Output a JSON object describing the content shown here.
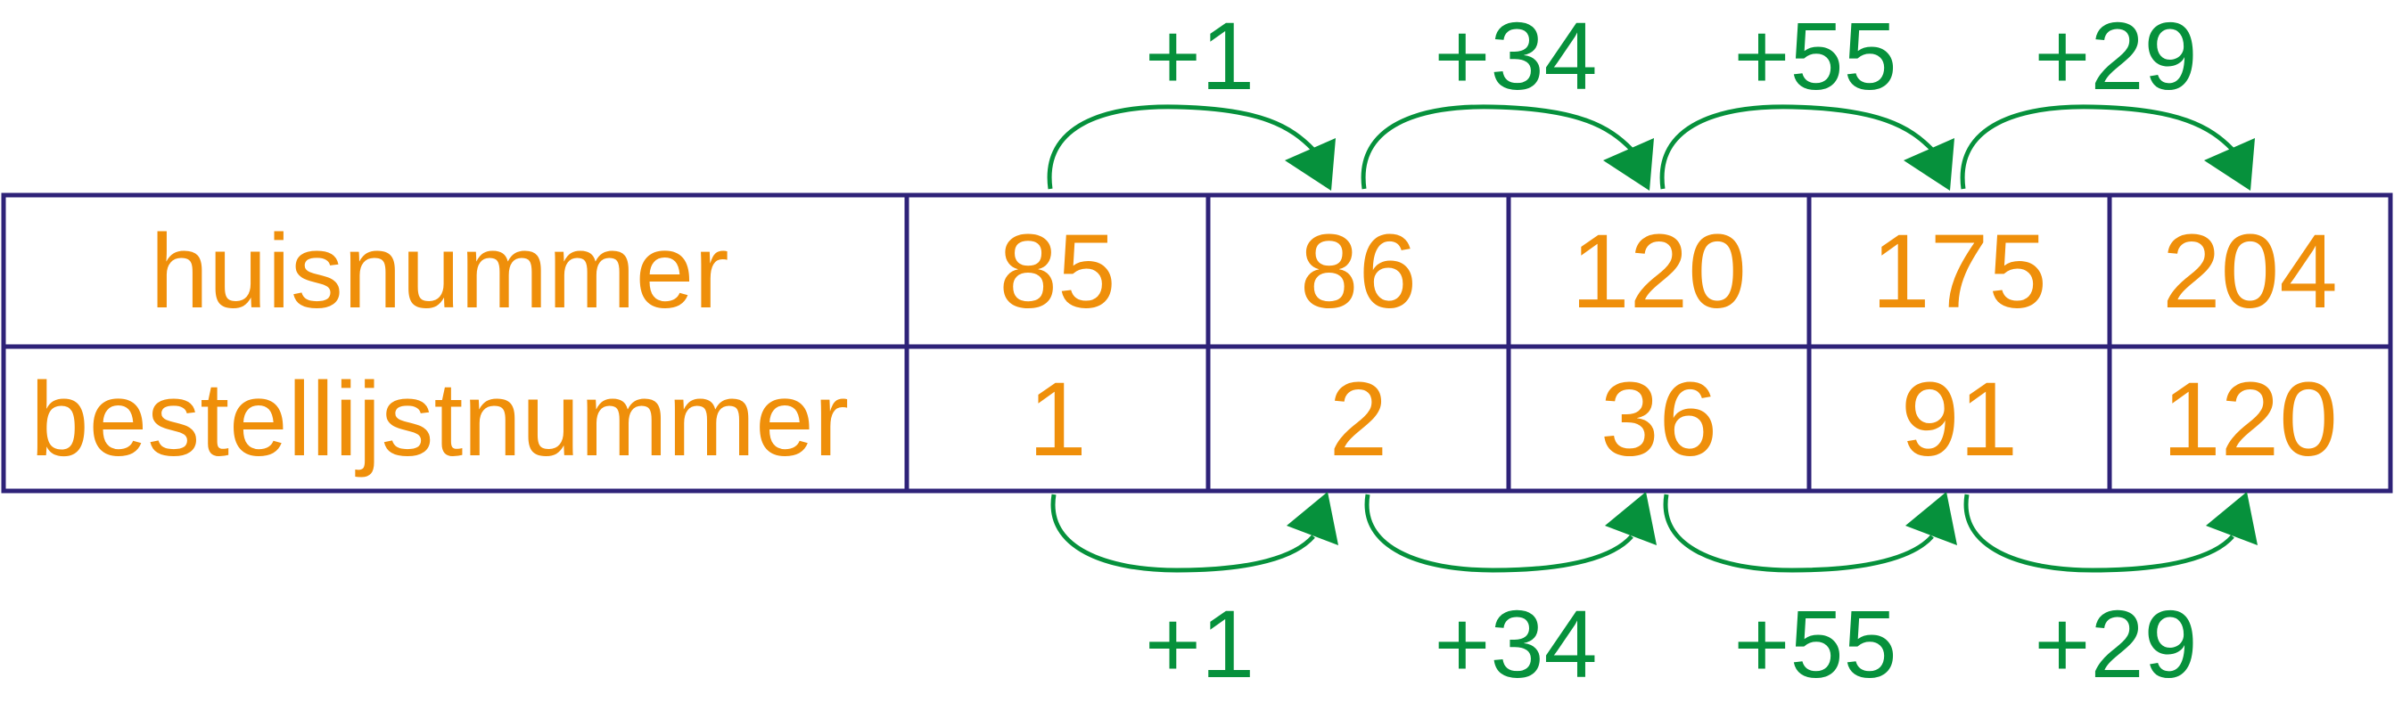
{
  "colors": {
    "table_border": "#2e2278",
    "cell_text": "#ef8f0a",
    "step_text": "#06913c",
    "arrow": "#06913c"
  },
  "table": {
    "rows": [
      {
        "label": "huisnummer",
        "values": [
          "85",
          "86",
          "120",
          "175",
          "204"
        ]
      },
      {
        "label": "bestellijstnummer",
        "values": [
          "1",
          "2",
          "36",
          "91",
          "120"
        ]
      }
    ]
  },
  "top_steps": [
    "+1",
    "+34",
    "+55",
    "+29"
  ],
  "bottom_steps": [
    "+1",
    "+34",
    "+55",
    "+29"
  ]
}
